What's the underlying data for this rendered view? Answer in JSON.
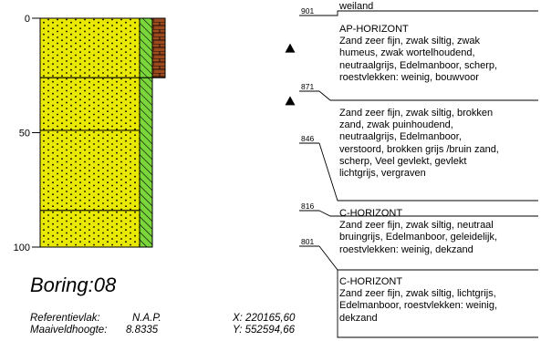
{
  "profile": {
    "depth_axis": {
      "ticks": [
        0,
        50,
        100
      ],
      "range": [
        0,
        100
      ]
    },
    "layers": [
      {
        "from": 0,
        "to": 26,
        "soil": "zand",
        "color": "#e8e800"
      },
      {
        "from": 26,
        "to": 49,
        "soil": "zand",
        "color": "#e8e800"
      },
      {
        "from": 49,
        "to": 84,
        "soil": "zand",
        "color": "#e8e800"
      },
      {
        "from": 84,
        "to": 100,
        "soil": "zand",
        "color": "#e8e800"
      }
    ],
    "side_columns": [
      {
        "from": 0,
        "to": 26,
        "fill": "#7ad63a",
        "pattern": "hatch"
      },
      {
        "from": 26,
        "to": 100,
        "fill": "#7ad63a",
        "pattern": "hatch"
      }
    ],
    "top_column": {
      "from": 0,
      "to": 26,
      "fill": "#9b4a1f",
      "pattern": "brick"
    },
    "markers": [
      {
        "depth": 13
      },
      {
        "depth": 36
      }
    ]
  },
  "entries": [
    {
      "level": "901",
      "lines": [
        "weiland"
      ]
    },
    {
      "level": "871",
      "lines": [
        "AP-HORIZONT",
        "Zand zeer fijn, zwak siltig, zwak",
        "humeus, zwak wortelhoudend,",
        "neutraalgrijs, Edelmanboor, scherp,",
        "roestvlekken: weinig, bouwvoor"
      ]
    },
    {
      "level": "846",
      "lines": [
        "Zand zeer fijn, zwak siltig, brokken",
        "zand, zwak puinhoudend,",
        "neutraalgrijs, Edelmanboor,",
        "verstoord, brokken grijs /bruin zand,",
        "scherp, Veel gevlekt, gevlekt",
        "lichtgrijs, vergraven"
      ]
    },
    {
      "level": "816",
      "lines": [
        "C-HORIZONT",
        "Zand zeer fijn, zwak siltig, neutraal",
        "bruingrijs, Edelmanboor, geleidelijk,",
        "roestvlekken: weinig, dekzand"
      ]
    },
    {
      "level": "801",
      "lines": [
        "C-HORIZONT",
        "Zand zeer fijn, zwak siltig, lichtgrijs,",
        "Edelmanboor, roestvlekken: weinig,",
        "dekzand"
      ]
    }
  ],
  "boring": {
    "title": "Boring:08",
    "ref_label": "Referentievlak:",
    "ref_value": "N.A.P.",
    "mv_label": "Maaiveldhoogte:",
    "mv_value": "8.8335",
    "x": "X: 220165,60",
    "y": "Y: 552594,66"
  },
  "colors": {
    "sand": "#e8e800",
    "hatch": "#7ad63a",
    "brick": "#9b4a1f",
    "line": "#000000"
  }
}
